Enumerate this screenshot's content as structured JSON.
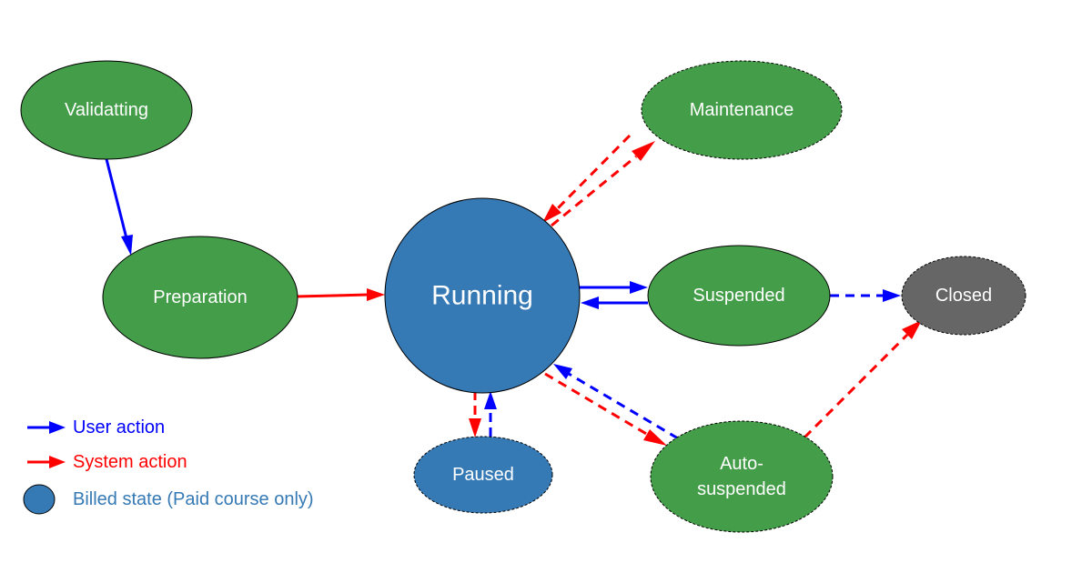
{
  "colors": {
    "green_state": "#449d48",
    "billed_state": "#3579b5",
    "closed_state": "#666666",
    "user_action": "#0000ff",
    "system_action": "#ff0000",
    "billed_text": "#3579b5"
  },
  "nodes": {
    "validatting": {
      "label": "Validatting",
      "type": "green"
    },
    "preparation": {
      "label": "Preparation",
      "type": "green"
    },
    "running": {
      "label": "Running",
      "type": "billed"
    },
    "maintenance": {
      "label": "Maintenance",
      "type": "green",
      "dashed": true
    },
    "suspended": {
      "label": "Suspended",
      "type": "green"
    },
    "closed": {
      "label": "Closed",
      "type": "closed",
      "dashed": true
    },
    "paused": {
      "label": "Paused",
      "type": "billed",
      "dashed": true
    },
    "auto_suspended": {
      "label_line1": "Auto-",
      "label_line2": "suspended",
      "type": "green",
      "dashed": true
    }
  },
  "edges": [
    {
      "from": "Validatting",
      "to": "Preparation",
      "kind": "user",
      "dashed": false
    },
    {
      "from": "Preparation",
      "to": "Running",
      "kind": "system",
      "dashed": false
    },
    {
      "from": "Running",
      "to": "Maintenance",
      "kind": "system",
      "dashed": true
    },
    {
      "from": "Maintenance",
      "to": "Running",
      "kind": "system",
      "dashed": true
    },
    {
      "from": "Running",
      "to": "Suspended",
      "kind": "user",
      "dashed": false
    },
    {
      "from": "Suspended",
      "to": "Running",
      "kind": "user",
      "dashed": false
    },
    {
      "from": "Suspended",
      "to": "Closed",
      "kind": "user",
      "dashed": true
    },
    {
      "from": "Running",
      "to": "Paused",
      "kind": "system",
      "dashed": true
    },
    {
      "from": "Paused",
      "to": "Running",
      "kind": "user",
      "dashed": true
    },
    {
      "from": "Running",
      "to": "Auto-suspended",
      "kind": "system",
      "dashed": true
    },
    {
      "from": "Auto-suspended",
      "to": "Running",
      "kind": "user",
      "dashed": true
    },
    {
      "from": "Auto-suspended",
      "to": "Closed",
      "kind": "system",
      "dashed": true
    }
  ],
  "legend": {
    "user_action": "User action",
    "system_action": "System action",
    "billed_state": "Billed state (Paid course only)"
  }
}
